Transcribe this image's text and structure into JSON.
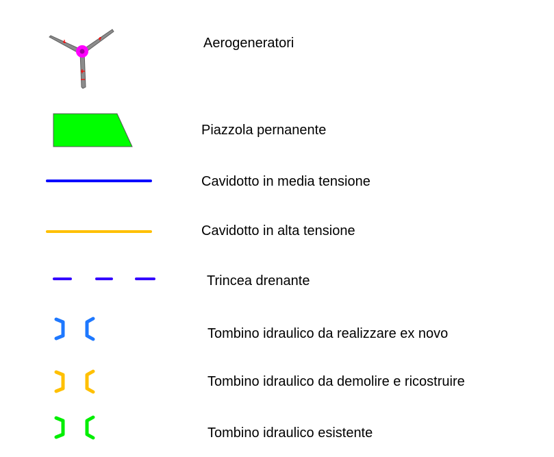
{
  "legend": {
    "items": [
      {
        "label": "Aerogeneratori",
        "icon": "wind-turbine-icon",
        "color": "#808080",
        "hub_color": "#ff00ff",
        "mark_color": "#ff0000"
      },
      {
        "label": "Piazzola pernanente",
        "icon": "platform-trapezoid-icon",
        "color": "#00ff00",
        "stroke": "#555555"
      },
      {
        "label": "Cavidotto in media tensione",
        "icon": "solid-line-icon",
        "color": "#0000ff"
      },
      {
        "label": "Cavidotto in alta tensione",
        "icon": "solid-line-icon",
        "color": "#ffc000"
      },
      {
        "label": "Trincea drenante",
        "icon": "dashed-line-icon",
        "color": "#3300ff"
      },
      {
        "label": "Tombino idraulico da realizzare ex novo",
        "icon": "culvert-brackets-icon",
        "color": "#1e78ff"
      },
      {
        "label": "Tombino idraulico da demolire e ricostruire",
        "icon": "culvert-brackets-icon",
        "color": "#ffc000"
      },
      {
        "label": "Tombino idraulico esistente",
        "icon": "culvert-brackets-icon",
        "color": "#00ee00"
      }
    ]
  }
}
